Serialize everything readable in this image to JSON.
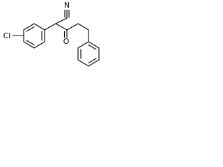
{
  "molecule": {
    "atom_labels": {
      "chlorine": "Cl",
      "nitrogen": "N",
      "oxygen": "O"
    },
    "colors": {
      "bond": "#000000",
      "label": "#000000",
      "background": "#ffffff"
    }
  }
}
